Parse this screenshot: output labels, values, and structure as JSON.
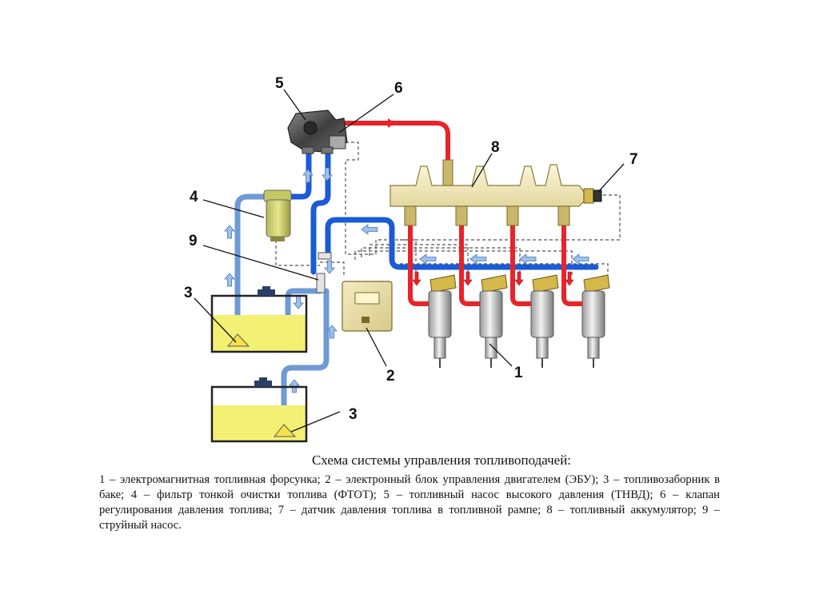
{
  "diagram": {
    "labels": {
      "n1": "1",
      "n2": "2",
      "n3a": "3",
      "n3b": "3",
      "n4": "4",
      "n5": "5",
      "n6": "6",
      "n7": "7",
      "n8": "8",
      "n9": "9"
    },
    "colors": {
      "high_pressure_line": "#e8232a",
      "return_line": "#1a5bd6",
      "low_pressure_line": "#6e9ad6",
      "fuel": "#f3f074",
      "rail": "#f5eec8",
      "arrow_blue": "#9ec1ea",
      "arrow_red": "#e8232a"
    }
  },
  "caption": {
    "title": "Схема системы управления топливоподачей:",
    "body": "1 – электромагнитная топливная форсунка; 2 – электронный блок управления двигателем (ЭБУ); 3 – топливозаборник в баке; 4 – фильтр тонкой очистки топлива (ФТОТ); 5 – топливный насос высокого давления (ТНВД); 6 – клапан регулирования давления топлива; 7 – датчик давления топлива в топливной рампе; 8 – топливный аккумулятор; 9 – струйный насос."
  }
}
